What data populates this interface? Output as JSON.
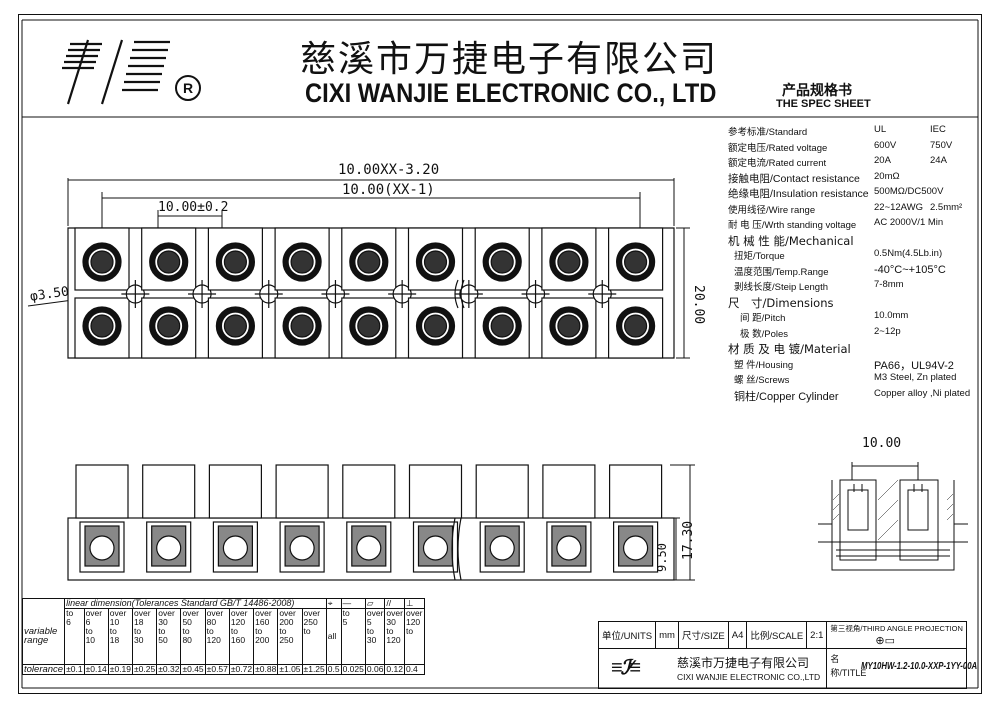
{
  "header": {
    "company_cn": "慈溪市万捷电子有限公司",
    "company_en": "CIXI  WANJIE  ELECTRONIC CO., LTD",
    "sheet_cn": "产品规格书",
    "sheet_en": "THE SPEC SHEET",
    "registered_mark": "R"
  },
  "specs": [
    {
      "label": "参考标准/Standard",
      "v1": "UL",
      "v2": "IEC"
    },
    {
      "label": "额定电压/Rated voltage",
      "v1": "600V",
      "v2": "750V"
    },
    {
      "label": "额定电流/Rated current",
      "v1": "20A",
      "v2": "24A"
    },
    {
      "label": "接触电阻/Contact resistance",
      "v1": "20mΩ",
      "v2": ""
    },
    {
      "label": "绝缘电阻/Insulation resistance",
      "v1": "500MΩ/DC500V",
      "v2": ""
    },
    {
      "label": "使用线径/Wire range",
      "v1": "22~12AWG",
      "v2": "2.5mm²"
    },
    {
      "label": "耐 电 压/Wrth standing voltage",
      "v1": "AC 2000V/1 Min",
      "v2": ""
    }
  ],
  "sections": {
    "mechanical": "机 械 性 能/Mechanical",
    "dimensions": "尺　寸/Dimensions",
    "material": "材 质 及 电 镀/Material"
  },
  "mechanical": [
    {
      "label": "扭矩/Torque",
      "value": "0.5Nm(4.5Lb.in)"
    },
    {
      "label": "温度范围/Temp.Range",
      "value": "-40°C~+105°C"
    },
    {
      "label": "剥线长度/Steip Length",
      "value": "7-8mm"
    }
  ],
  "dimension_rows": [
    {
      "label": "间 距/Pitch",
      "value": "10.0mm"
    },
    {
      "label": "极 数/Poles",
      "value": "2~12p"
    }
  ],
  "material_rows": [
    {
      "label": "塑 件/Housing",
      "value": "PA66，UL94V-2"
    },
    {
      "label": "螺 丝/Screws",
      "value": "M3  Steel, Zn plated"
    },
    {
      "label": "铜柱/Copper Cylinder",
      "value": "Copper alloy ,Ni  plated"
    }
  ],
  "drawing": {
    "total_length": "10.00XX-3.20",
    "pitch_total": "10.00(XX-1)",
    "pitch": "10.00±0.2",
    "hole_dia": "φ3.50",
    "height": "20.00",
    "side_pitch": "10.00",
    "front_height": "17.30",
    "front_base": "9.50"
  },
  "tolerance": {
    "heading": "linear  dimension(Tolerances  Standard  GB/T  14486-2008)",
    "row_label": "variable range",
    "tol_label": "tolerance",
    "all_label": "all",
    "ranges": [
      "to\n6",
      "over\n6\nto\n10",
      "over\n10\nto\n18",
      "over\n18\nto\n30",
      "over\n30\nto\n50",
      "over\n50\nto\n80",
      "over\n80\nto\n120",
      "over\n120\nto\n160",
      "over\n160\nto\n200",
      "over\n200\nto\n250",
      "over\n250\nto"
    ],
    "values": [
      "±0.1",
      "±0.14",
      "±0.19",
      "±0.25",
      "±0.32",
      "±0.45",
      "±0.57",
      "±0.72",
      "±0.88",
      "±1.05",
      "±1.25"
    ],
    "geo_symbols": [
      "⌖",
      "—",
      "▱",
      "//",
      "⊥"
    ],
    "geo_ranges": [
      "to\n5",
      "over\n5\nto\n30",
      "over\n30\nto\n120",
      "over\n120\nto"
    ],
    "geo_values": [
      "0.5",
      "0.025",
      "0.06",
      "0.12",
      "0.4"
    ]
  },
  "title_block": {
    "units_label": "单位/UNITS",
    "units": "mm",
    "size_label": "尺寸/SIZE",
    "size": "A4",
    "scale_label": "比例/SCALE",
    "scale": "2:1",
    "projection": "第三视角/THIRD ANGLE PROJECTION",
    "name_label": "名称/TITLE",
    "part_no": "MY10HW-1.2-10.0-XXP-1YY-00A",
    "company_cn": "慈溪市万捷电子有限公司",
    "company_en": "CIXI  WANJIE ELECTRONIC CO.,LTD"
  }
}
